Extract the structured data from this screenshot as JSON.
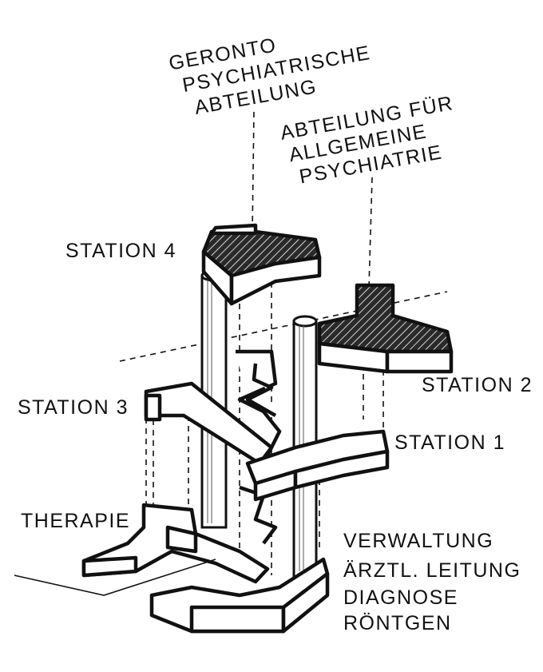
{
  "labels": {
    "geronto_1": "GERONTO",
    "geronto_2": "PSYCHIATRISCHE",
    "geronto_3": "ABTEILUNG",
    "allg_1": "ABTEILUNG FÜR",
    "allg_2": "ALLGEMEINE",
    "allg_3": "PSYCHIATRIE",
    "station_4": "STATION 4",
    "station_3": "STATION 3",
    "station_2": "STATION 2",
    "station_1": "STATION 1",
    "therapie": "THERAPIE",
    "base_1": "VERWALTUNG",
    "base_2": "ÄRZTL. LEITUNG",
    "base_3": "DIAGNOSE",
    "base_4": "RÖNTGEN"
  },
  "colors": {
    "ink": "#111111",
    "paper": "#ffffff",
    "shade": "#333333"
  }
}
